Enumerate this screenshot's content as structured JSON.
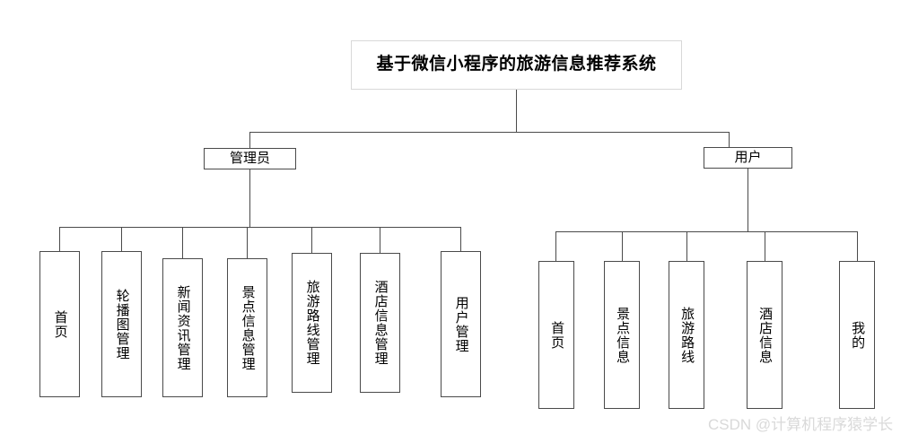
{
  "diagram": {
    "type": "org-chart",
    "title_node": {
      "label": "基于微信小程序的旅游信息推荐系统"
    },
    "roles": [
      {
        "id": "admin",
        "label": "管理员"
      },
      {
        "id": "user",
        "label": "用户"
      }
    ],
    "admin_modules": [
      {
        "label": "首页"
      },
      {
        "label": "轮播图管理"
      },
      {
        "label": "新闻资讯管理"
      },
      {
        "label": "景点信息管理"
      },
      {
        "label": "旅游路线管理"
      },
      {
        "label": "酒店信息管理"
      },
      {
        "label": "用户管理"
      }
    ],
    "user_modules": [
      {
        "label": "首页"
      },
      {
        "label": "景点信息"
      },
      {
        "label": "旅游路线"
      },
      {
        "label": "酒店信息"
      },
      {
        "label": "我的"
      }
    ],
    "watermark": "CSDN @计算机程序猿学长",
    "colors": {
      "stroke": "#4a4a4a",
      "root_stroke": "#d8d8d8",
      "text": "#000000",
      "background": "#ffffff",
      "watermark": "#d9d9d9"
    }
  }
}
